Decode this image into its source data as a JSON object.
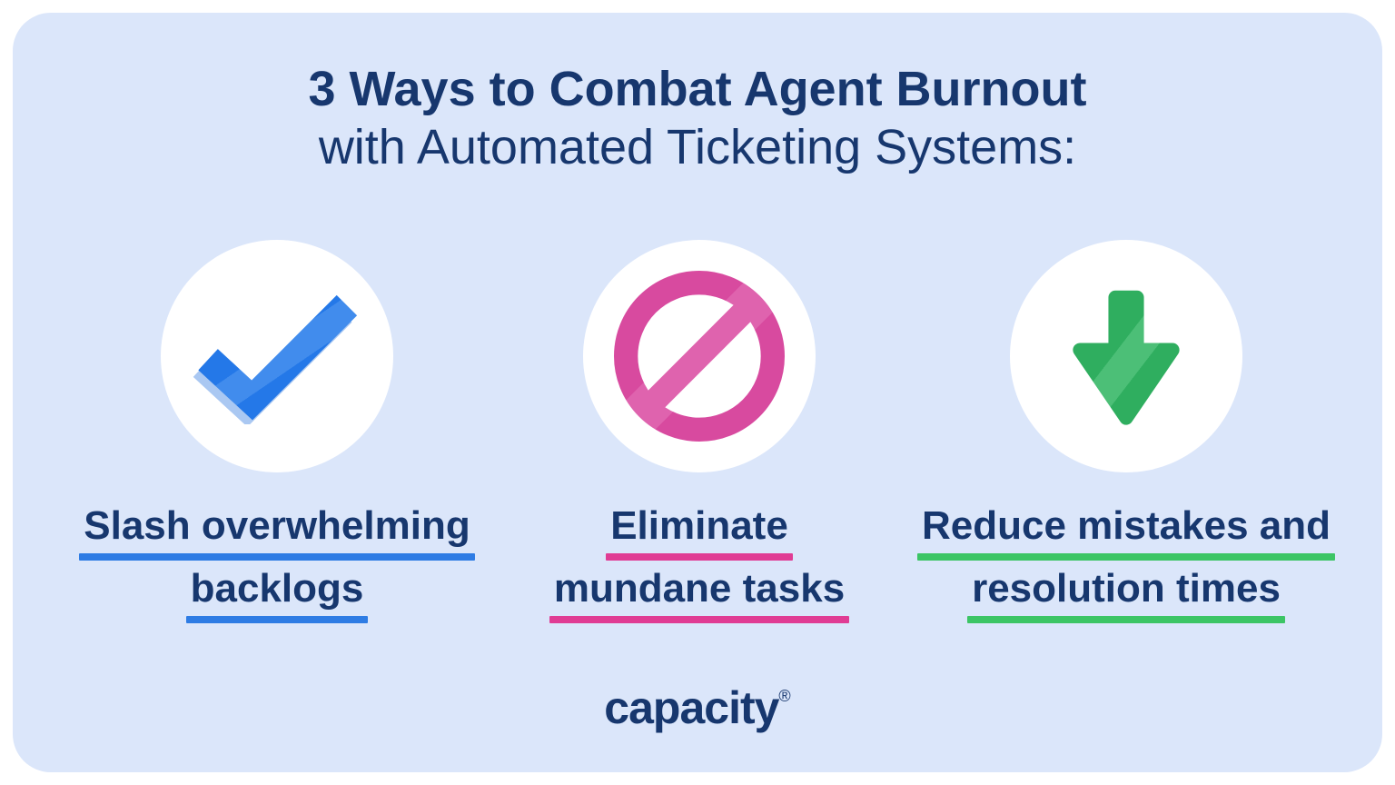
{
  "colors": {
    "page_background": "#ffffff",
    "card_background": "#dbe6fa",
    "navy_text": "#17376e",
    "check_blue": "#2478e8",
    "prohibition_pink": "#d84a9f",
    "arrow_green": "#2fae5f",
    "underline_blue": "#2e7ce4",
    "underline_pink": "#e03c94",
    "underline_green": "#3cc565"
  },
  "header": {
    "title_bold": "3 Ways to Combat Agent Burnout",
    "title_regular": "with Automated Ticketing Systems:"
  },
  "items": [
    {
      "icon": "check-icon",
      "lines": [
        "Slash overwhelming",
        "backlogs"
      ],
      "accent": "#2e7ce4"
    },
    {
      "icon": "prohibition-icon",
      "lines": [
        "Eliminate",
        "mundane tasks"
      ],
      "accent": "#e03c94"
    },
    {
      "icon": "down-arrow-icon",
      "lines": [
        "Reduce mistakes and",
        "resolution times"
      ],
      "accent": "#3cc565"
    }
  ],
  "footer": {
    "logo_text": "capacity",
    "registered_mark": "®"
  }
}
